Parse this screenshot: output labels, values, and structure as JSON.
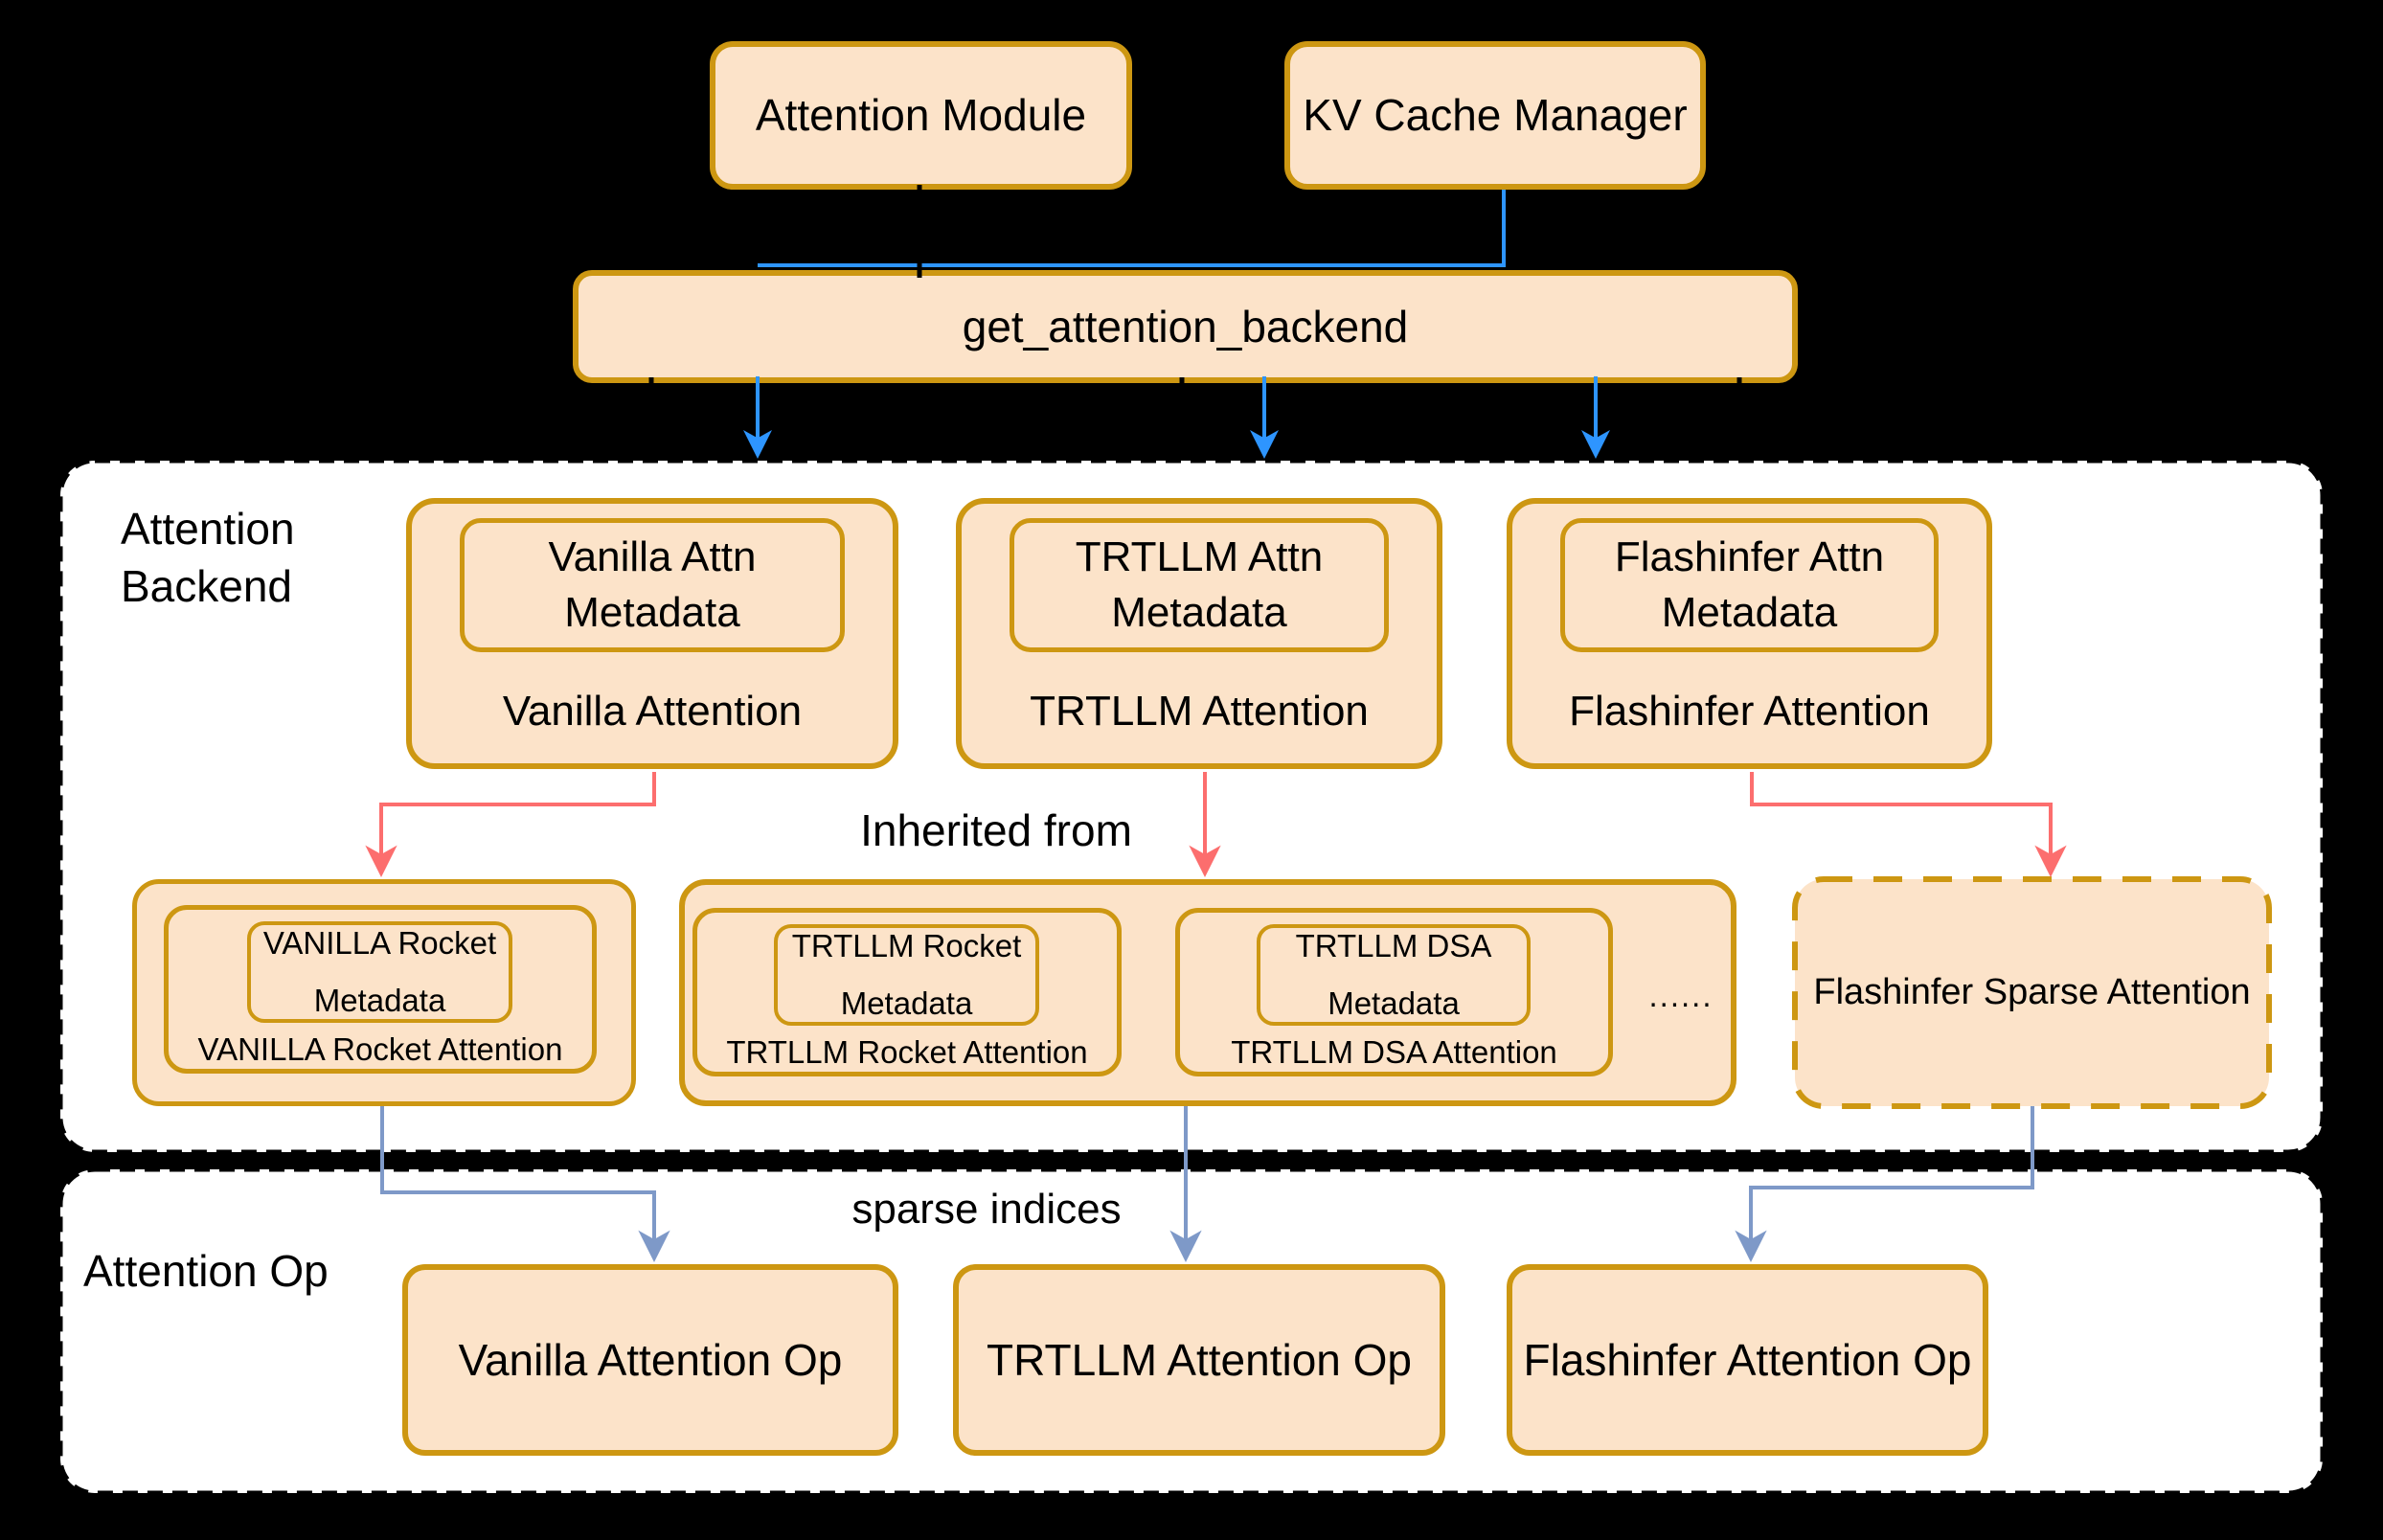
{
  "colors": {
    "background": "#000000",
    "panel_fill": "#ffffff",
    "panel_border": "#000000",
    "box_fill": "#FCE3C9",
    "box_border": "#CD9712",
    "arrow_blue": "#2E95FF",
    "arrow_red": "#FC6E6E",
    "arrow_steel": "#7E99C8",
    "text": "#000000"
  },
  "top": {
    "attention_module": "Attention Module",
    "kv_cache_manager": "KV Cache Manager",
    "get_attention_backend": "get_attention_backend"
  },
  "backend_panel": {
    "label_line1": "Attention",
    "label_line2": "Backend",
    "inherited_from": "Inherited from",
    "backends": [
      {
        "meta1": "Vanilla Attn",
        "meta2": "Metadata",
        "name": "Vanilla Attention"
      },
      {
        "meta1": "TRTLLM Attn",
        "meta2": "Metadata",
        "name": "TRTLLM Attention"
      },
      {
        "meta1": "Flashinfer Attn",
        "meta2": "Metadata",
        "name": "Flashinfer Attention"
      }
    ],
    "derived": [
      {
        "meta1": "VANILLA Rocket",
        "meta2": "Metadata",
        "name": "VANILLA Rocket Attention"
      },
      {
        "meta1": "TRTLLM Rocket",
        "meta2": "Metadata",
        "name": "TRTLLM Rocket Attention"
      },
      {
        "meta1": "TRTLLM DSA",
        "meta2": "Metadata",
        "name": "TRTLLM DSA Attention"
      }
    ],
    "ellipsis": "......",
    "flashinfer_sparse": "Flashinfer Sparse Attention"
  },
  "op_panel": {
    "label": "Attention Op",
    "sparse_indices": "sparse indices",
    "ops": [
      {
        "name": "Vanilla Attention Op"
      },
      {
        "name": "TRTLLM Attention Op"
      },
      {
        "name": "Flashinfer Attention Op"
      }
    ]
  }
}
